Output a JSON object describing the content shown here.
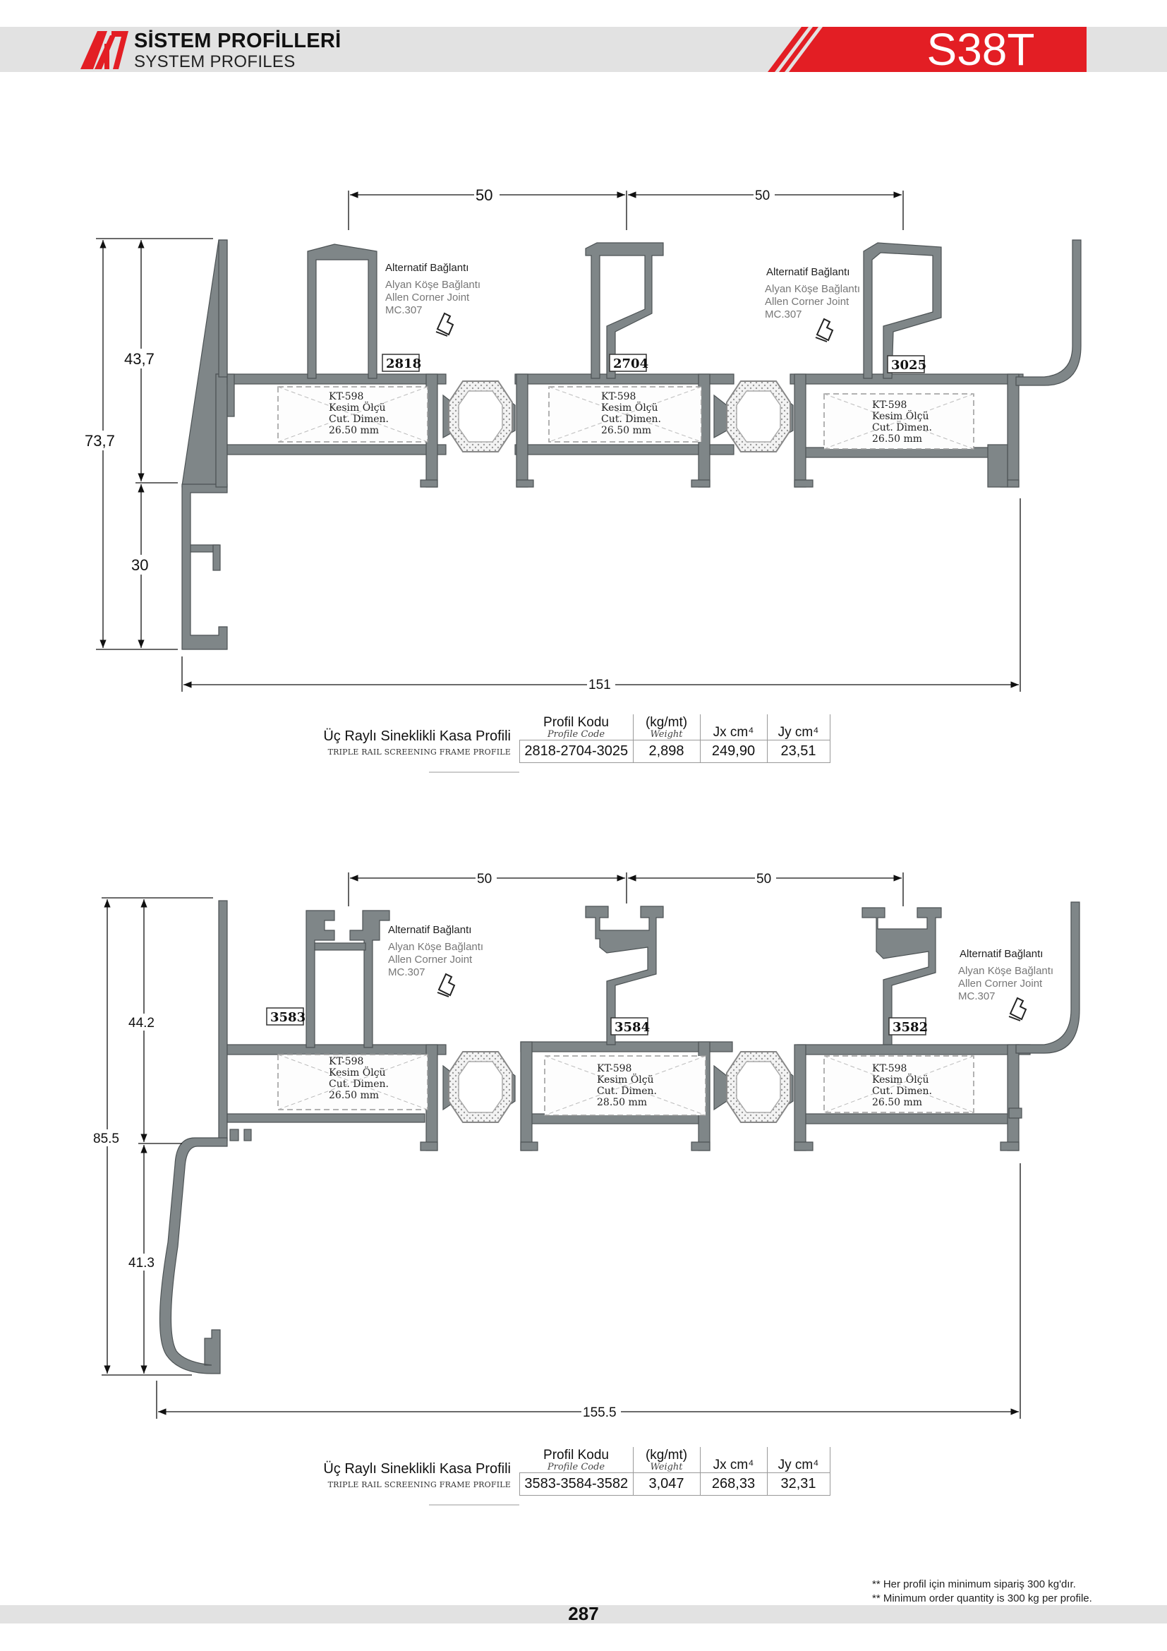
{
  "header": {
    "brand_title": "SİSTEM PROFİLLERİ",
    "brand_subtitle": "SYSTEM PROFILES",
    "series_code": "S38T",
    "accent_color": "#e31e24",
    "band_color": "#e2e2e2"
  },
  "drawing_1": {
    "dims": {
      "top_left": "50",
      "top_right": "50",
      "height_total": "73,7",
      "height_upper": "43,7",
      "height_lower": "30",
      "width": "151"
    },
    "profile_codes": [
      "2818",
      "2704",
      "3025"
    ],
    "corner_note_left": {
      "line1": "Alternatif Bağlantı",
      "line2": "Alyan Köşe Bağlantı",
      "line3": "Allen Corner Joint",
      "line4": "MC.307"
    },
    "corner_note_right": {
      "line1": "Alternatif Bağlantı",
      "line2": "Alyan Köşe Bağlantı",
      "line3": "Allen Corner Joint",
      "line4": "MC.307"
    },
    "chambers": [
      {
        "code": "KT-598",
        "tr": "Kesim Ölçü",
        "en": "Cut. Dimen.",
        "size": "26.50 mm"
      },
      {
        "code": "KT-598",
        "tr": "Kesim Ölçü",
        "en": "Cut. Dimen.",
        "size": "26.50 mm"
      },
      {
        "code": "KT-598",
        "tr": "Kesim Ölçü",
        "en": "Cut. Dimen.",
        "size": "26.50 mm"
      }
    ]
  },
  "spec_1": {
    "name_tr": "Üç Raylı Sineklikli Kasa Profili",
    "name_en": "TRIPLE RAIL SCREENING FRAME   PROFILE",
    "headers": {
      "code": "Profil Kodu",
      "code_sub": "Profile Code",
      "weight": "(kg/mt)",
      "weight_sub": "Weight",
      "jx": "Jx cm⁴",
      "jy": "Jy cm⁴"
    },
    "row": {
      "code": "2818-2704-3025",
      "weight": "2,898",
      "jx": "249,90",
      "jy": "23,51"
    }
  },
  "drawing_2": {
    "dims": {
      "top_left": "50",
      "top_right": "50",
      "height_total": "85.5",
      "height_upper": "44.2",
      "height_lower": "41.3",
      "width": "155.5"
    },
    "profile_codes": [
      "3583",
      "3584",
      "3582"
    ],
    "corner_note_left": {
      "line1": "Alternatif Bağlantı",
      "line2": "Alyan Köşe Bağlantı",
      "line3": "Allen Corner Joint",
      "line4": "MC.307"
    },
    "corner_note_right": {
      "line1": "Alternatif Bağlantı",
      "line2": "Alyan Köşe Bağlantı",
      "line3": "Allen Corner Joint",
      "line4": "MC.307"
    },
    "chambers": [
      {
        "code": "KT-598",
        "tr": "Kesim Ölçü",
        "en": "Cut. Dimen.",
        "size": "26.50 mm"
      },
      {
        "code": "KT-598",
        "tr": "Kesim Ölçü",
        "en": "Cut. Dimen.",
        "size": "28.50 mm"
      },
      {
        "code": "KT-598",
        "tr": "Kesim Ölçü",
        "en": "Cut. Dimen.",
        "size": "26.50 mm"
      }
    ]
  },
  "spec_2": {
    "name_tr": "Üç Raylı Sineklikli Kasa Profili",
    "name_en": "TRIPLE RAIL SCREENING FRAME   PROFILE",
    "headers": {
      "code": "Profil Kodu",
      "code_sub": "Profile Code",
      "weight": "(kg/mt)",
      "weight_sub": "Weight",
      "jx": "Jx cm⁴",
      "jy": "Jy cm⁴"
    },
    "row": {
      "code": "3583-3584-3582",
      "weight": "3,047",
      "jx": "268,33",
      "jy": "32,31"
    }
  },
  "footer": {
    "note_tr": "** Her profil için minimum sipariş 300 kg'dır.",
    "note_en": "** Minimum order quantity is 300 kg per profile.",
    "page_number": "287"
  }
}
